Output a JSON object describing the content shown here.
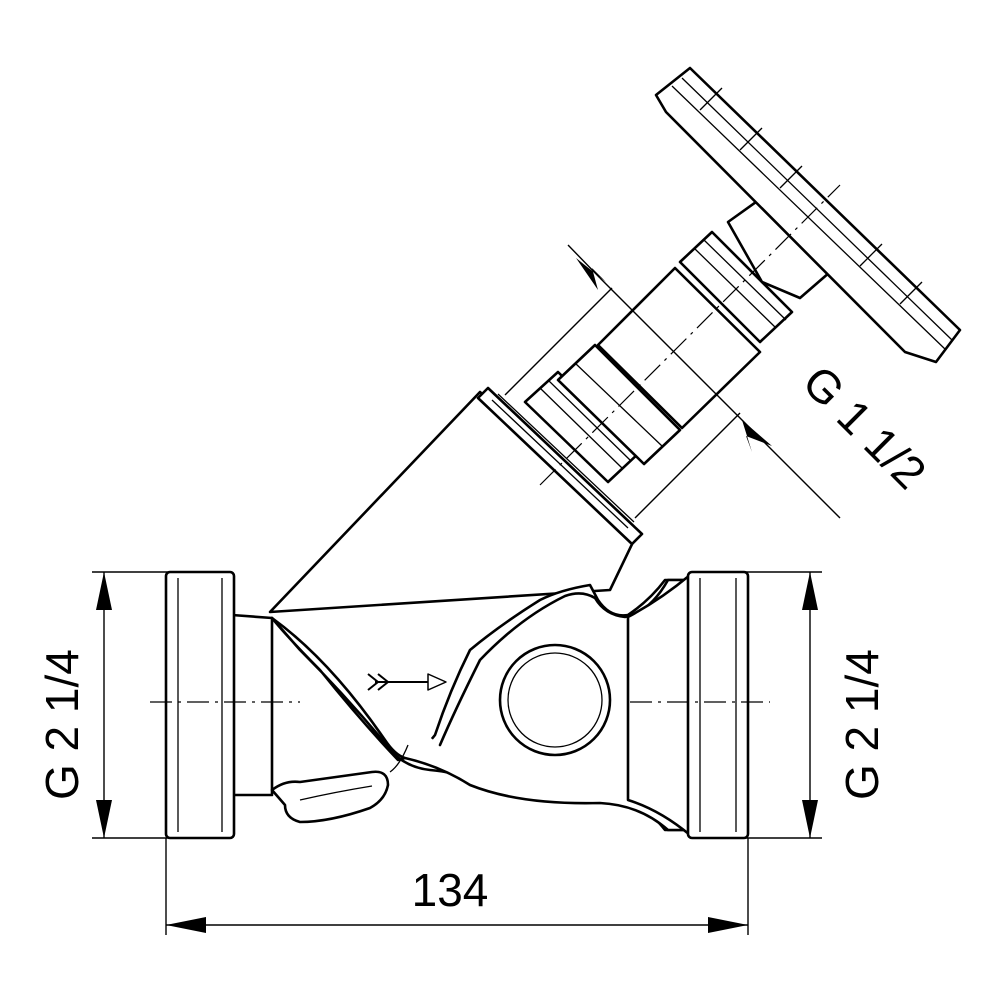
{
  "drawing": {
    "dimensions": {
      "overall_length": "134",
      "inlet_thread": "G 2 1/4",
      "outlet_thread": "G 2 1/4",
      "bonnet_thread": "G 1 1/2"
    }
  }
}
